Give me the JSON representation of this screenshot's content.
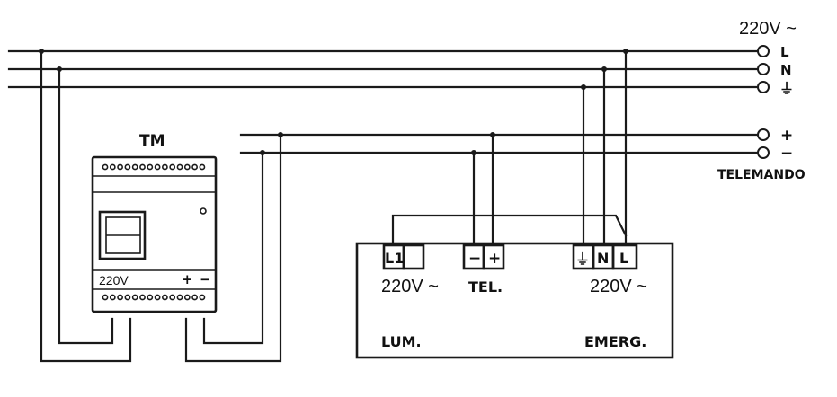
{
  "supply": {
    "voltage": "220V ~",
    "line_l": "L",
    "line_n": "N",
    "line_earth": "⏚"
  },
  "telemando": {
    "plus": "+",
    "minus": "−",
    "title": "TELEMANDO"
  },
  "tm_module": {
    "title": "TM",
    "voltage": "220V",
    "plus": "+",
    "minus": "−"
  },
  "luminaire": {
    "terminal_l1": "L1",
    "terminal_tel_minus": "−",
    "terminal_tel_plus": "+",
    "terminal_earth": "⏚",
    "terminal_n": "N",
    "terminal_l": "L",
    "lum_voltage": "220V ~",
    "tel_label": "TEL.",
    "emerg_voltage": "220V ~",
    "lum_label": "LUM.",
    "emerg_label": "EMERG."
  }
}
